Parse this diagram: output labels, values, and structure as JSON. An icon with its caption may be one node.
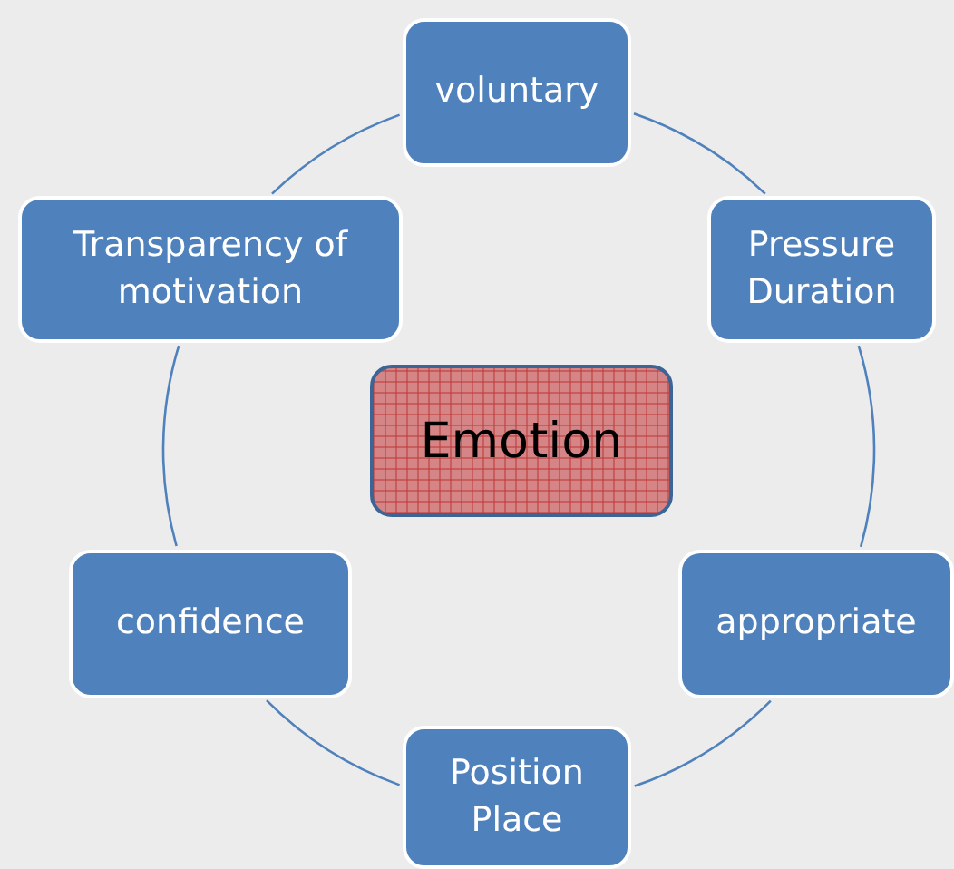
{
  "diagram": {
    "nodes": [
      {
        "text": [
          "voluntary"
        ]
      },
      {
        "text": [
          "Transparency of motivation"
        ]
      },
      {
        "text": [
          "Pressure Duration"
        ]
      },
      {
        "text": [
          "Emotion"
        ]
      },
      {
        "text": [
          "confidence"
        ]
      },
      {
        "text": [
          "appropriate"
        ]
      },
      {
        "text": [
          "Position Place"
        ]
      }
    ],
    "edges": [
      {
        "from": 0,
        "to": 2,
        "arrow": "none"
      },
      {
        "from": 2,
        "to": 5,
        "arrow": "none"
      },
      {
        "from": 5,
        "to": 6,
        "arrow": "none"
      },
      {
        "from": 6,
        "to": 4,
        "arrow": "none"
      },
      {
        "from": 4,
        "to": 1,
        "arrow": "none"
      },
      {
        "from": 1,
        "to": 0,
        "arrow": "none"
      }
    ]
  }
}
